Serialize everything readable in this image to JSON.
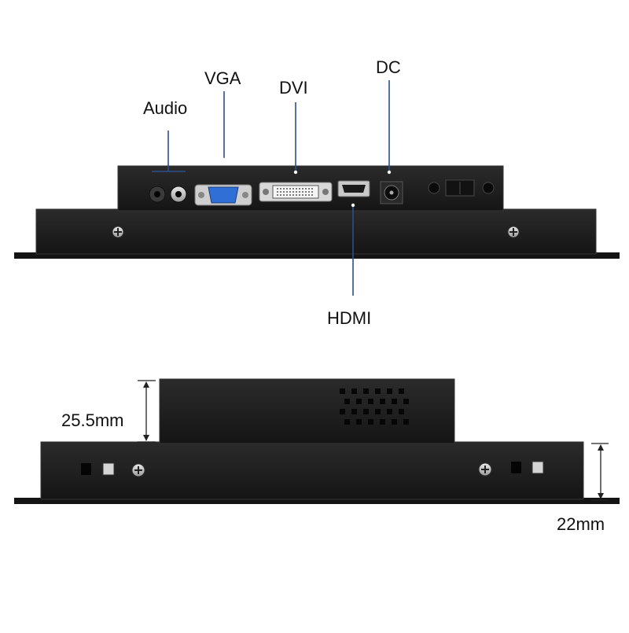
{
  "colors": {
    "housing": "#1e1e1e",
    "housing_edge": "#353535",
    "leader": "#2d4f8a",
    "dimension": "#222222",
    "text": "#111111"
  },
  "labels": {
    "audio": "Audio",
    "vga": "VGA",
    "dvi": "DVI",
    "dc": "DC",
    "hdmi": "HDMI"
  },
  "dimensions": {
    "rear_height": "25.5mm",
    "front_height": "22mm"
  },
  "icons": [
    "screw-icon",
    "vent-icon",
    "audio-jack-icon",
    "vga-port-icon",
    "dvi-port-icon",
    "hdmi-port-icon",
    "dc-jack-icon",
    "power-switch-icon",
    "knob-icon",
    "button-icon"
  ]
}
